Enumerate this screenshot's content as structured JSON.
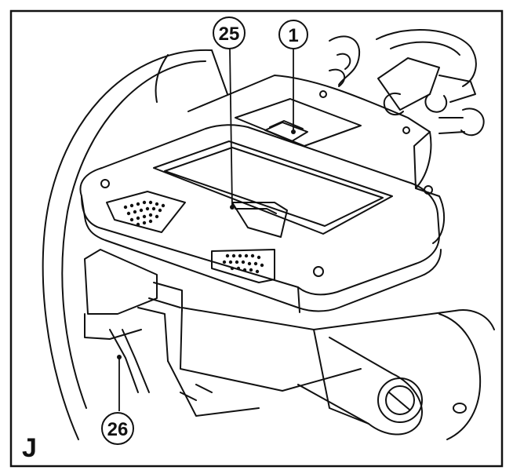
{
  "figure": {
    "panel_label": "J",
    "callouts": [
      {
        "id": "callout-1",
        "text": "1"
      },
      {
        "id": "callout-25",
        "text": "25"
      },
      {
        "id": "callout-26",
        "text": "26"
      }
    ],
    "colors": {
      "line": "#111111",
      "background": "#ffffff"
    }
  }
}
